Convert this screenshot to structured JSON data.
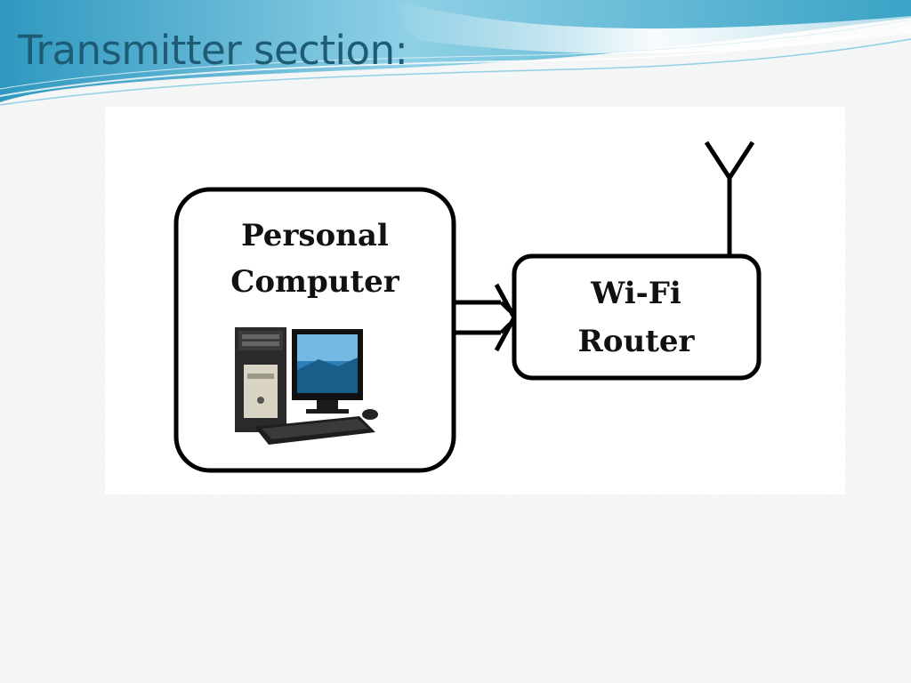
{
  "slide": {
    "title": "Transmitter section:"
  },
  "diagram": {
    "nodes": [
      {
        "id": "pc",
        "lines": [
          "Personal",
          "Computer"
        ],
        "icon": "desktop-computer-icon"
      },
      {
        "id": "router",
        "lines": [
          "Wi-Fi",
          "Router"
        ],
        "icon": "antenna-icon"
      }
    ],
    "edges": [
      {
        "from": "pc",
        "to": "router",
        "style": "double-arrow"
      }
    ]
  },
  "colors": {
    "title": "#1d5c74",
    "swoosh_dark": "#4aa8c9",
    "swoosh_light": "#bfe6f1",
    "box_stroke": "#000000"
  }
}
